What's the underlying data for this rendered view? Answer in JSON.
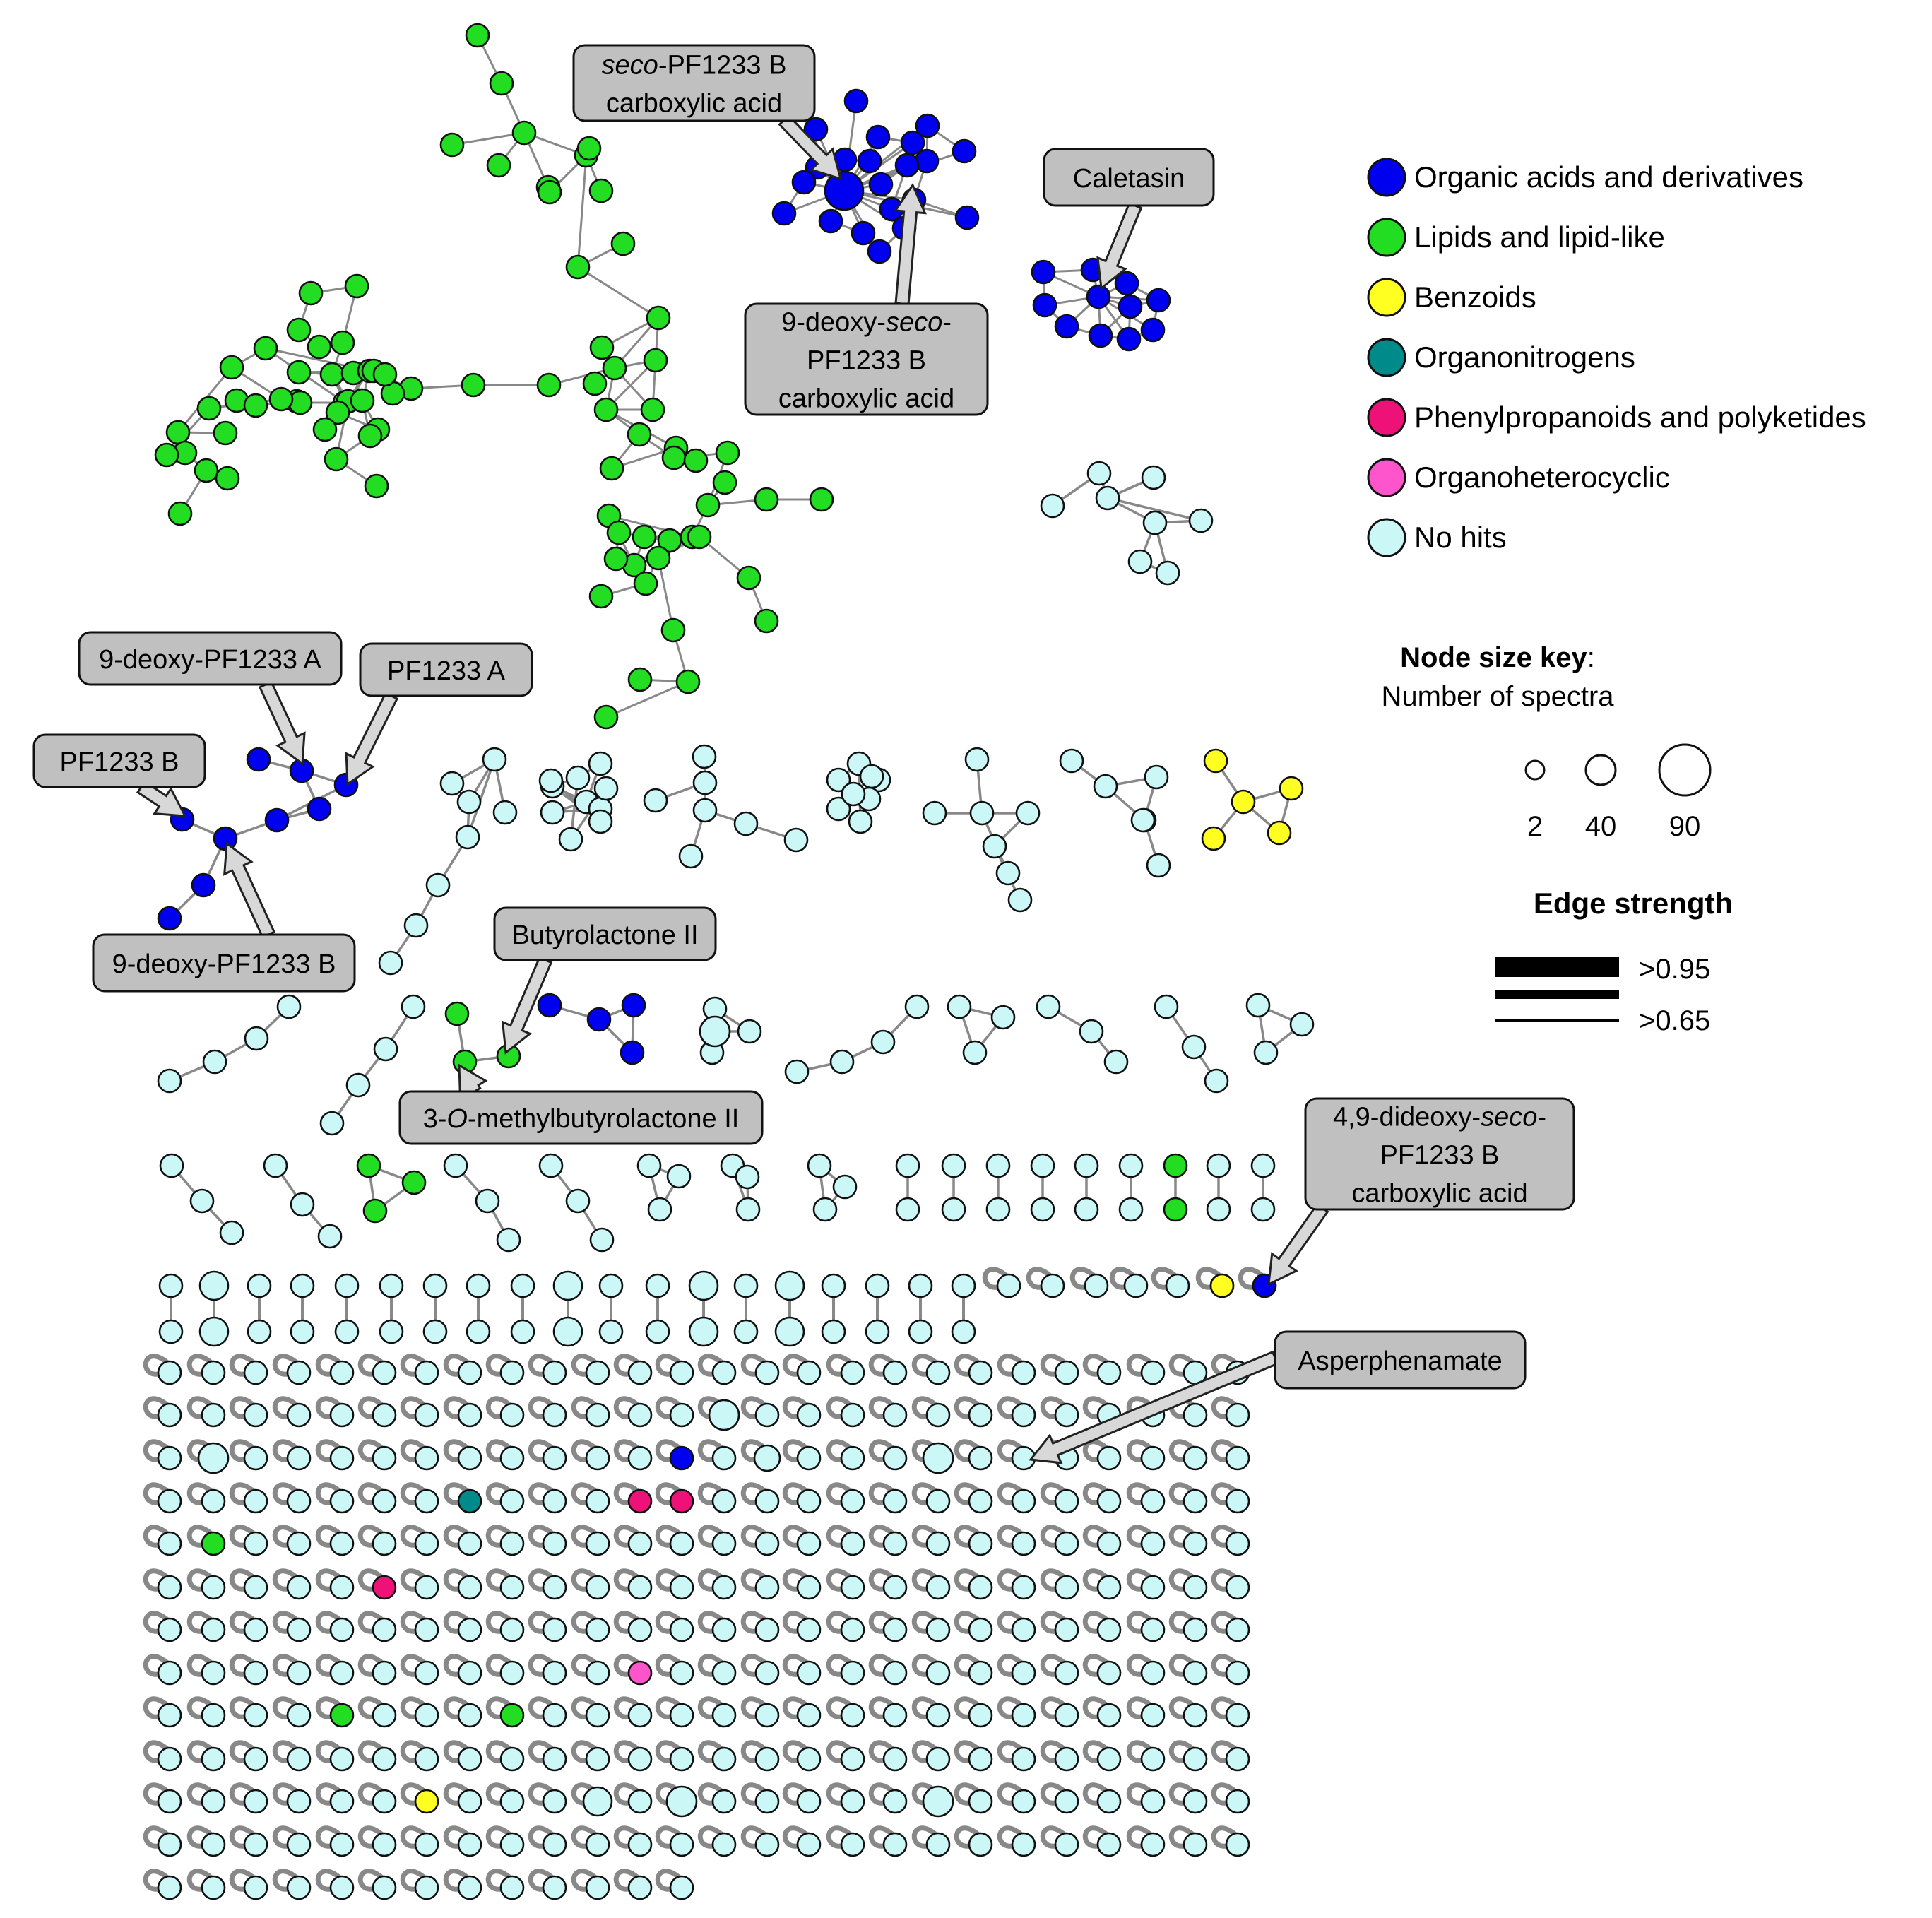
{
  "colors": {
    "organic_acids": "#0000f0",
    "lipids": "#22dd22",
    "benzoids": "#ffff22",
    "organonitrogens": "#008b8b",
    "phenylpropanoids": "#ee1177",
    "organoheterocyclic": "#ff55cc",
    "no_hits": "#ccf7f7",
    "edge": "#888888",
    "callout_fill": "#c0c0c0",
    "node_stroke": "#111111"
  },
  "legend": {
    "categories": [
      {
        "key": "organic_acids",
        "label": "Organic acids and derivatives"
      },
      {
        "key": "lipids",
        "label": "Lipids and lipid-like"
      },
      {
        "key": "benzoids",
        "label": "Benzoids"
      },
      {
        "key": "organonitrogens",
        "label": "Organonitrogens"
      },
      {
        "key": "phenylpropanoids",
        "label": "Phenylpropanoids and polyketides"
      },
      {
        "key": "organoheterocyclic",
        "label": "Organoheterocyclic"
      },
      {
        "key": "no_hits",
        "label": "No hits"
      }
    ],
    "node_size_title": "Node size key",
    "node_size_colon": ":",
    "node_size_subtitle": "Number of spectra",
    "node_size_values": [
      "2",
      "40",
      "90"
    ],
    "edge_title": "Edge strength",
    "edge_values": [
      ">0.95",
      ">0.65"
    ]
  },
  "annotations": [
    {
      "id": "seco-pf1233b-acid",
      "lines": [
        [
          {
            "t": "seco",
            "i": true
          },
          {
            "t": "-PF1233 B"
          }
        ],
        [
          {
            "t": "carboxylic acid"
          }
        ]
      ]
    },
    {
      "id": "9-deoxy-seco-acid",
      "lines": [
        [
          {
            "t": "9-deoxy-"
          },
          {
            "t": "seco",
            "i": true
          },
          {
            "t": "-"
          }
        ],
        [
          {
            "t": "PF1233 B"
          }
        ],
        [
          {
            "t": "carboxylic acid"
          }
        ]
      ]
    },
    {
      "id": "caletasin",
      "lines": [
        [
          {
            "t": "Caletasin"
          }
        ]
      ]
    },
    {
      "id": "9-deoxy-pf1233a",
      "lines": [
        [
          {
            "t": "9-deoxy-PF1233 A"
          }
        ]
      ]
    },
    {
      "id": "pf1233a",
      "lines": [
        [
          {
            "t": "PF1233 A"
          }
        ]
      ]
    },
    {
      "id": "pf1233b",
      "lines": [
        [
          {
            "t": "PF1233 B"
          }
        ]
      ]
    },
    {
      "id": "9-deoxy-pf1233b",
      "lines": [
        [
          {
            "t": "9-deoxy-PF1233 B"
          }
        ]
      ]
    },
    {
      "id": "butyrolactone-ii",
      "lines": [
        [
          {
            "t": "Butyrolactone II"
          }
        ]
      ]
    },
    {
      "id": "3-o-methylbutyrolactone-ii",
      "lines": [
        [
          {
            "t": "3-"
          },
          {
            "t": "O",
            "i": true
          },
          {
            "t": "-methylbutyrolactone II"
          }
        ]
      ]
    },
    {
      "id": "4-9-dideoxy-seco-acid",
      "lines": [
        [
          {
            "t": "4,9-dideoxy-"
          },
          {
            "t": "seco",
            "i": true
          },
          {
            "t": "-"
          }
        ],
        [
          {
            "t": "PF1233 B"
          }
        ],
        [
          {
            "t": "carboxylic acid"
          }
        ]
      ]
    },
    {
      "id": "asperphenamate",
      "lines": [
        [
          {
            "t": "Asperphenamate"
          }
        ]
      ]
    }
  ]
}
